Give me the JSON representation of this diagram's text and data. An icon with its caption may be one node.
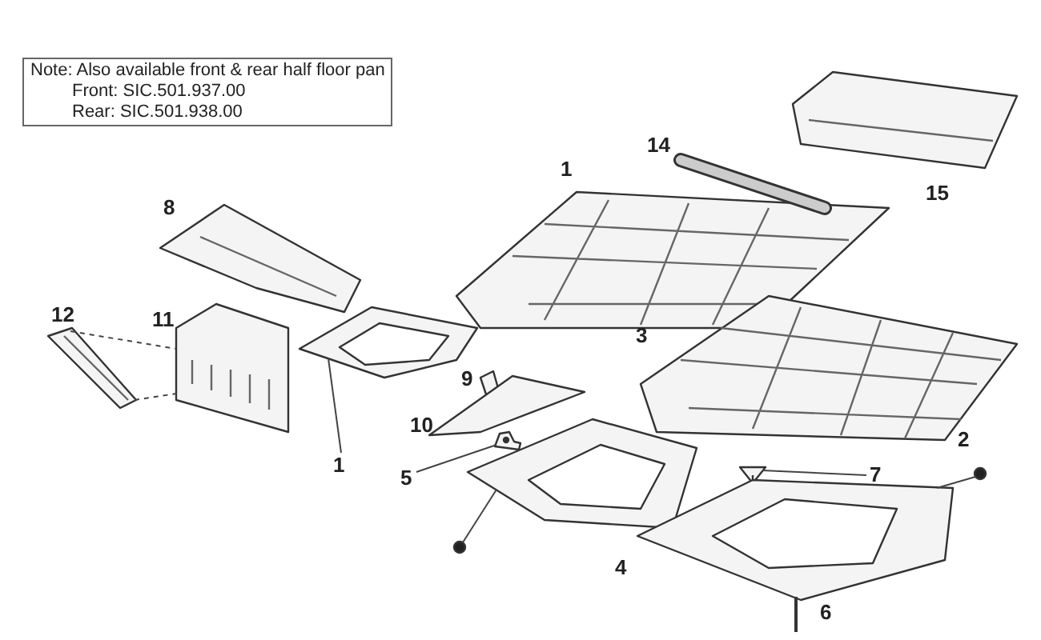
{
  "diagram": {
    "nodes": [
      {
        "text": [
          "Note: Also available front & rear half floor pan",
          "Front: SIC.501.937.00",
          "Rear: SIC.501.938.00"
        ]
      },
      {
        "text": [
          "1"
        ]
      },
      {
        "text": [
          "5"
        ]
      },
      {
        "text": [
          "7"
        ]
      },
      {
        "text": [],
        "shape": "picture"
      },
      {
        "text": [],
        "shape": "picture"
      },
      {
        "text": [],
        "shape": "picture"
      },
      {
        "text": [],
        "shape": "picture"
      },
      {
        "text": [],
        "shape": "picture"
      },
      {
        "text": [],
        "shape": "circle"
      },
      {
        "text": [],
        "shape": "picture"
      },
      {
        "text": [],
        "shape": "circle"
      },
      {
        "text": [],
        "shape": "picture"
      }
    ],
    "edges": [
      {
        "from": 1,
        "to": 4,
        "arrow": "none"
      },
      {
        "from": 2,
        "to": 5,
        "arrow": "none"
      },
      {
        "from": 3,
        "to": 6,
        "arrow": "none"
      },
      {
        "from": 7,
        "to": 8,
        "arrow": "none",
        "style": "dashed"
      },
      {
        "from": 7,
        "to": 8,
        "arrow": "none",
        "style": "dashed"
      },
      {
        "from": 9,
        "to": 10,
        "arrow": "none"
      },
      {
        "from": 11,
        "to": 12,
        "arrow": "none"
      }
    ],
    "labels": [
      "14",
      "1",
      "15",
      "8",
      "12",
      "11",
      "3",
      "9",
      "10",
      "2",
      "4",
      "6"
    ]
  }
}
